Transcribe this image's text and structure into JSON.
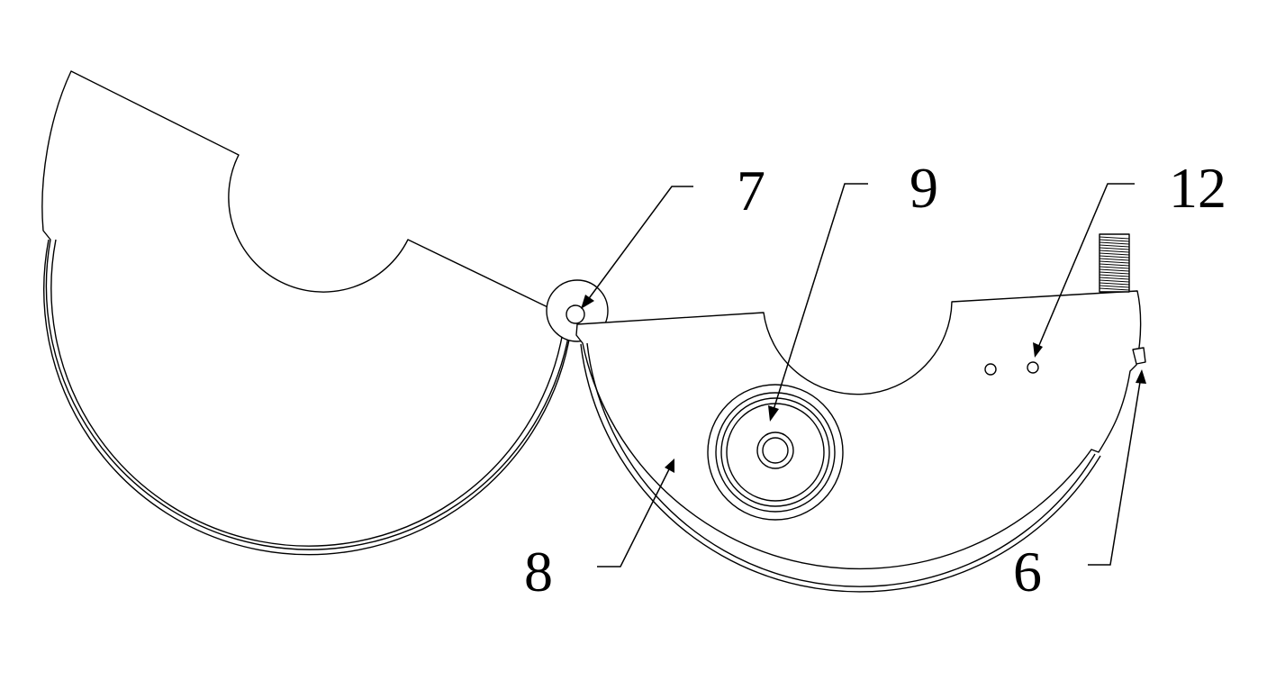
{
  "figure": {
    "callouts": [
      {
        "id": "callout-7",
        "label": "7"
      },
      {
        "id": "callout-9",
        "label": "9"
      },
      {
        "id": "callout-12",
        "label": "12"
      },
      {
        "id": "callout-8",
        "label": "8"
      },
      {
        "id": "callout-6",
        "label": "6"
      }
    ]
  },
  "colors": {
    "line": "#000000",
    "background": "#ffffff"
  }
}
